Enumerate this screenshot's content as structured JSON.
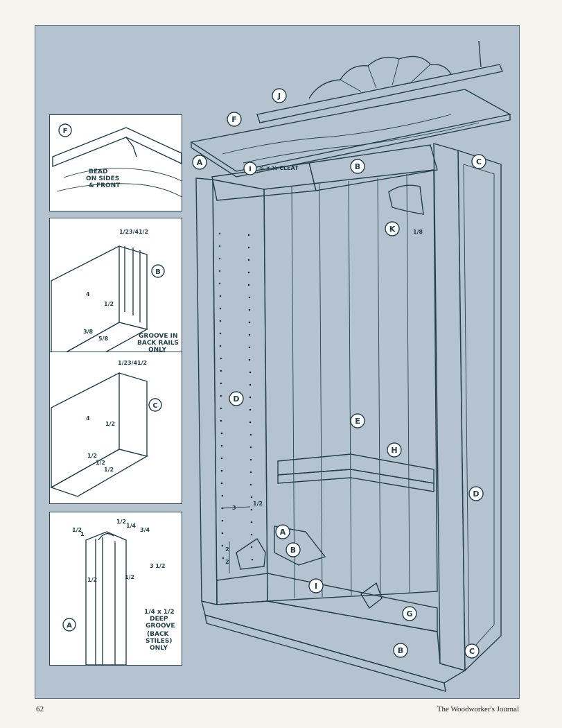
{
  "page": {
    "page_number": "62",
    "publication": "The Woodworker's Journal"
  },
  "main_drawing": {
    "labels": {
      "A": "A",
      "B": "B",
      "C": "C",
      "D": "D",
      "E": "E",
      "F": "F",
      "G": "G",
      "H": "H",
      "I": "I",
      "J": "J",
      "K": "K"
    },
    "notes": {
      "cleat": "¾ x ¾ CLEAT",
      "k_dim": "1/8",
      "shelf_pin_dim": "3",
      "shelf_pin_dim_2": "1/2",
      "spacing_2a": "2",
      "spacing_2b": "2"
    }
  },
  "detail_top": {
    "label": "F",
    "note_line1": "BEAD",
    "note_line2": "ON SIDES",
    "note_line3": "& FRONT"
  },
  "detail_rail_b": {
    "label": "B",
    "top_dims": [
      "1/2",
      "3/4",
      "1/2"
    ],
    "dim_height": "4",
    "dim_groove": "1/2",
    "dim_a": "3/8",
    "dim_b": "5/8",
    "note_line1": "GROOVE IN",
    "note_line2": "BACK RAILS",
    "note_line3": "ONLY"
  },
  "detail_rail_c": {
    "label": "C",
    "top_dims": [
      "1/2",
      "3/4",
      "1/2"
    ],
    "dim_height": "4",
    "dim_groove": "1/2",
    "dim_a": "1/2",
    "dim_b": "1/2",
    "dim_c": "1/2"
  },
  "detail_stile_a": {
    "label": "A",
    "top_dims": [
      "1/2",
      "1/4",
      "3/4"
    ],
    "dim_side": "1/2",
    "dim_left": "1/2",
    "dim_mid": "1/2",
    "dim_right": "3 1/2",
    "dim_top_left": "1",
    "note_line1": "1/4 x 1/2",
    "note_line2": "DEEP",
    "note_line3": "GROOVE",
    "note_line4": "(BACK",
    "note_line5": "STILES)",
    "note_line6": "ONLY"
  },
  "colors": {
    "plate_blue": "#b4c3cf",
    "ink": "#21404b",
    "paper": "#ffffff"
  }
}
